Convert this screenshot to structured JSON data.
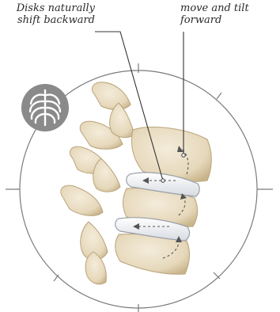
{
  "labels": {
    "left": {
      "line1": "Disks naturally",
      "line2": "shift backward"
    },
    "right": {
      "line1": "move and tilt",
      "line2": "forward"
    }
  },
  "icon": {
    "name": "ribcage-icon",
    "color": "#8a8a8a"
  },
  "colors": {
    "bone": "#e8dcc4",
    "bone_shadow": "#c9b893",
    "disk": "#f3f4f6",
    "disk_outline": "#9aa0a8",
    "circle": "#7a7a7a",
    "leader_line": "#333333",
    "arrow": "#555555"
  }
}
